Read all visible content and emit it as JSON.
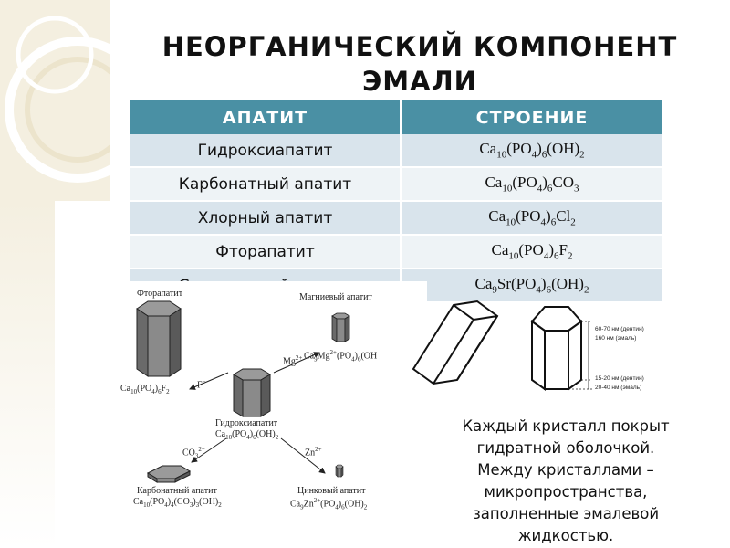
{
  "title_line1": "НЕОРГАНИЧЕСКИЙ КОМПОНЕНТ",
  "title_line2": "ЭМАЛИ",
  "table": {
    "headers": [
      "АПАТИТ",
      "СТРОЕНИЕ"
    ],
    "rows": [
      {
        "name": "Гидроксиапатит",
        "formula": [
          "Ca",
          "10",
          "(PO",
          "4",
          ")",
          "6",
          "(OH)",
          "2"
        ]
      },
      {
        "name": "Карбонатный апатит",
        "formula": [
          "Ca",
          "10",
          "(PO",
          "4",
          ")",
          "6",
          "CO",
          "3"
        ]
      },
      {
        "name": "Хлорный апатит",
        "formula": [
          "Ca",
          "10",
          "(PO",
          "4",
          ")",
          "6",
          "Cl",
          "2"
        ]
      },
      {
        "name": "Фторапатит",
        "formula": [
          "Ca",
          "10",
          "(PO",
          "4",
          ")",
          "6",
          "F",
          "2"
        ]
      },
      {
        "name": "Стронциевый апатит",
        "formula": [
          "Ca",
          "9",
          "Sr(PO",
          "4",
          ")",
          "6",
          "(OH)",
          "2"
        ]
      }
    ]
  },
  "diagram": {
    "fluor_name": "Фторапатит",
    "fluor_formula": [
      "Ca",
      "10",
      "(PO",
      "4",
      ")",
      "6",
      "F",
      "2"
    ],
    "fluor_ion": "F",
    "fluor_ion_charge": "−",
    "magn_name": "Магниевый апатит",
    "magn_formula": [
      "Ca",
      "9",
      "Mg",
      "2+",
      "(PO",
      "4",
      ")",
      "6",
      "(OH",
      ""
    ],
    "magn_ion": "Mg",
    "magn_ion_charge": "2+",
    "hydroxy_name": "Гидроксиапатит",
    "hydroxy_formula": [
      "Ca",
      "10",
      "(PO",
      "4",
      ")",
      "6",
      "(OH)",
      "2"
    ],
    "carb_ion": "CO",
    "carb_ion_sub": "3",
    "carb_ion_charge": "2−",
    "carb_name": "Карбонатный апатит",
    "carb_formula": [
      "Ca",
      "10",
      "(PO",
      "4",
      ")",
      "4",
      "(CO",
      "3",
      ")",
      "3",
      "(OH)",
      "2"
    ],
    "zinc_ion": "Zn",
    "zinc_ion_charge": "2+",
    "zinc_name": "Цинковый апатит",
    "zinc_formula": [
      "Ca",
      "9",
      "Zn",
      "2+",
      "(PO",
      "4",
      ")",
      "6",
      "(OH)",
      "2"
    ]
  },
  "crystal_dims": {
    "d1": "60-70 нм (дентин)",
    "d2": "160 нм (эмаль)",
    "d3": "15-20 нм (дентин)",
    "d4": "20-40 нм (эмаль)"
  },
  "caption": [
    "Каждый кристалл покрыт",
    "гидратной оболочкой.",
    "Между кристаллами –",
    "микропространства,",
    "заполненные эмалевой",
    "жидкостью."
  ]
}
